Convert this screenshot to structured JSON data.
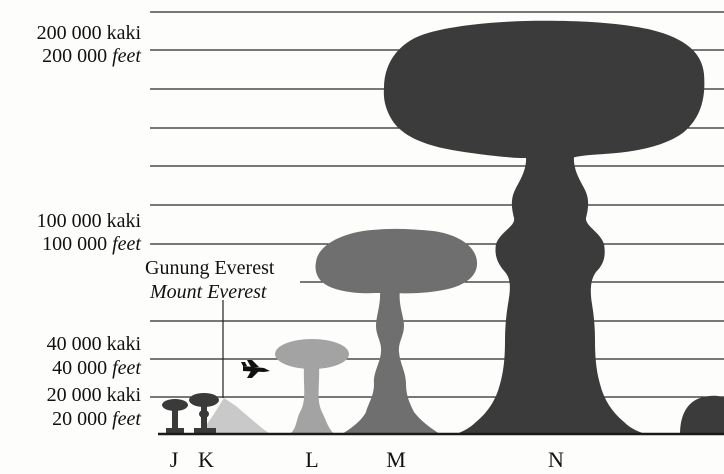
{
  "altitude_labels": {
    "alt_200000": {
      "malay": "200 000 kaki",
      "english": "200 000 feet"
    },
    "alt_100000": {
      "malay": "100 000 kaki",
      "english": "100 000 feet"
    },
    "alt_40000": {
      "malay": "40 000 kaki",
      "english": "40 000 feet"
    },
    "alt_20000": {
      "malay": "20 000 kaki",
      "english": "20 000 feet"
    }
  },
  "everest": {
    "malay": "Gunung Everest",
    "english": "Mount Everest"
  },
  "clouds": [
    {
      "letter": "J"
    },
    {
      "letter": "K"
    },
    {
      "letter": "L"
    },
    {
      "letter": "M"
    },
    {
      "letter": "N"
    }
  ],
  "colors": {
    "gridline": "#2a2a2a",
    "ground": "#1a1a1a",
    "mountain": "#c9c9c9",
    "cloud_small": "#3a3a3a",
    "cloud_L": "#a3a3a3",
    "cloud_M": "#6f6f6f",
    "cloud_N": "#3b3b3b"
  }
}
